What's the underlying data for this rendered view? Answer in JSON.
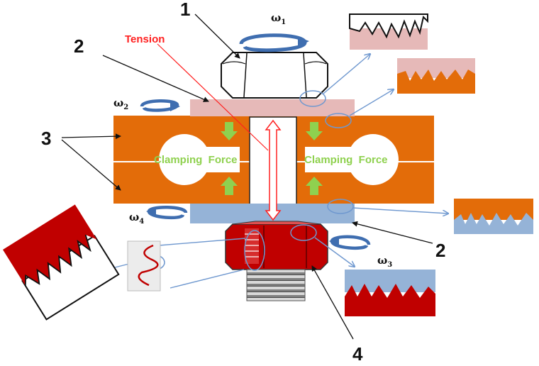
{
  "labels": {
    "bolt_head": "1",
    "washer_top": "2",
    "washer_bottom": "2",
    "plates": "3",
    "nut": "4",
    "tension": "Tension",
    "clamping_left": "Clamping  Force",
    "clamping_right": "Clamping  Force"
  },
  "rotations": [
    {
      "symbol": "ω",
      "sub": "1"
    },
    {
      "symbol": "ω",
      "sub": "2"
    },
    {
      "symbol": "ω",
      "sub": "3"
    },
    {
      "symbol": "ω",
      "sub": "4"
    }
  ],
  "colors": {
    "plate": "#e36c09",
    "washer_top": "#e6b9b8",
    "washer_bottom": "#95b3d7",
    "nut": "#c00000",
    "clamp_arrow": "#8fd14f",
    "rotation_arrow": "#3f6eb0",
    "leader_blue": "#6f98cf",
    "tension": "#ff2020"
  }
}
